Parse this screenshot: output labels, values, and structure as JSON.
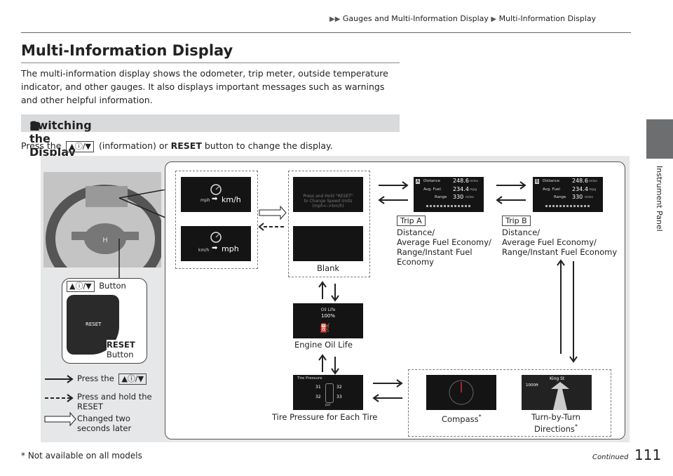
{
  "breadcrumb": {
    "level1": "Gauges and Multi-Information Display",
    "level2": "Multi-Information Display"
  },
  "side_tab": "Instrument Panel",
  "title": "Multi-Information Display",
  "intro": "The multi-information display shows the odometer, trip meter, outside temperature indicator, and other gauges. It also displays important messages such as warnings and other helpful information.",
  "section": {
    "icon": "■",
    "title": "Switching the Display"
  },
  "press_line": {
    "before": "Press the",
    "key": "▲ⓘ/▼",
    "after": "(information) or",
    "bold": "RESET",
    "end": "button to change the display."
  },
  "diagram": {
    "button_label": "Button",
    "key_glyph": "▲ⓘ/▼",
    "reset_bold": "RESET",
    "reset_button": "Button",
    "mph_to_kmh": {
      "from": "mph",
      "to": "km/h"
    },
    "kmh_to_mph": {
      "from": "km/h",
      "to": "mph"
    },
    "press_hold_screen": [
      "Press and Hold \"RESET\"",
      "to Change Speed Units",
      "(mph<->km/h)"
    ],
    "blank": "Blank",
    "trip_a": "Trip A",
    "trip_b": "Trip B",
    "trip_a_desc": [
      "Distance/",
      "Average Fuel Economy/",
      "Range/Instant Fuel",
      "Economy"
    ],
    "trip_b_desc": [
      "Distance/",
      "Average Fuel Economy/",
      "Range/Instant Fuel Economy"
    ],
    "trip_screen": {
      "distance_label": "Distance",
      "distance": "248.6",
      "distance_unit": "miles",
      "avg_label": "Avg. Fuel",
      "avg": "234.4",
      "avg_unit": "mpg",
      "range_label": "Range",
      "range": "330",
      "range_unit": "miles",
      "a": "A",
      "b": "B"
    },
    "engine_oil": "Engine Oil Life",
    "oil_screen": {
      "title": "Oil Life",
      "value": "100%"
    },
    "tire_pressure": "Tire Pressure for Each Tire",
    "tire_screen": {
      "title": "Tire Pressure",
      "fl": "31",
      "fr": "32",
      "rl": "32",
      "rr": "33",
      "unit": "psi"
    },
    "compass": "Compass",
    "compass_mark": "*",
    "tbt": [
      "Turn-by-Turn",
      "Directions"
    ],
    "tbt_mark": "*",
    "tbt_screen": {
      "street": "King St",
      "dist": "1000ft"
    },
    "legend": {
      "press": "Press the",
      "hold": [
        "Press and hold the",
        "RESET"
      ],
      "changed": [
        "Changed two",
        "seconds later"
      ]
    }
  },
  "footnote": "* Not available on all models",
  "continued": "Continued",
  "page_number": "111"
}
